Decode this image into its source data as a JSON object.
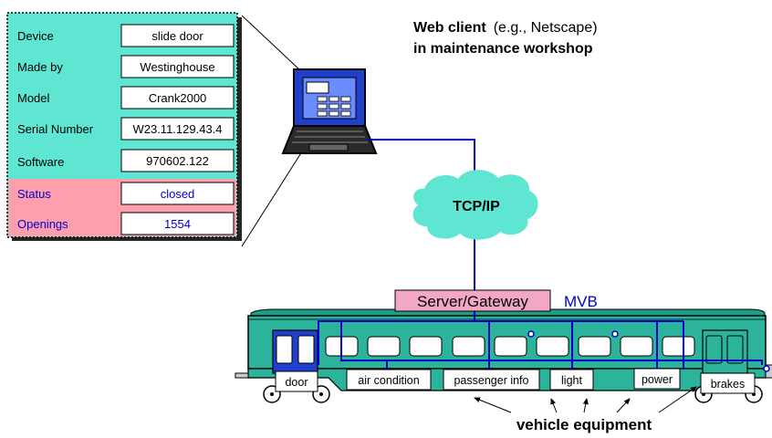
{
  "device_panel": {
    "fields": [
      {
        "label": "Device",
        "value": "slide door"
      },
      {
        "label": "Made by",
        "value": "Westinghouse"
      },
      {
        "label": "Model",
        "value": "Crank2000"
      },
      {
        "label": "Serial Number",
        "value": "W23.11.129.43.4"
      },
      {
        "label": "Software",
        "value": "970602.122"
      }
    ],
    "status_fields": [
      {
        "label": "Status",
        "value": "closed"
      },
      {
        "label": "Openings",
        "value": "1554"
      }
    ]
  },
  "web_client": {
    "title_bold": "Web client",
    "title_note": "(e.g., Netscape)",
    "subtitle": "in maintenance workshop"
  },
  "network": {
    "cloud_label": "TCP/IP"
  },
  "server_gateway": {
    "label": "Server/Gateway",
    "bus_label": "MVB"
  },
  "vehicle": {
    "equipment": [
      "door",
      "air condition",
      "passenger info",
      "light",
      "power",
      "brakes"
    ],
    "caption": "vehicle equipment"
  },
  "colors": {
    "panel_cyan": "#5ee6d2",
    "panel_pink": "#ff9fae",
    "train_teal": "#2bb39c",
    "bus_blue": "#0000cc",
    "gateway_pink": "#f2a7c5",
    "laptop_blue": "#3352d6"
  }
}
